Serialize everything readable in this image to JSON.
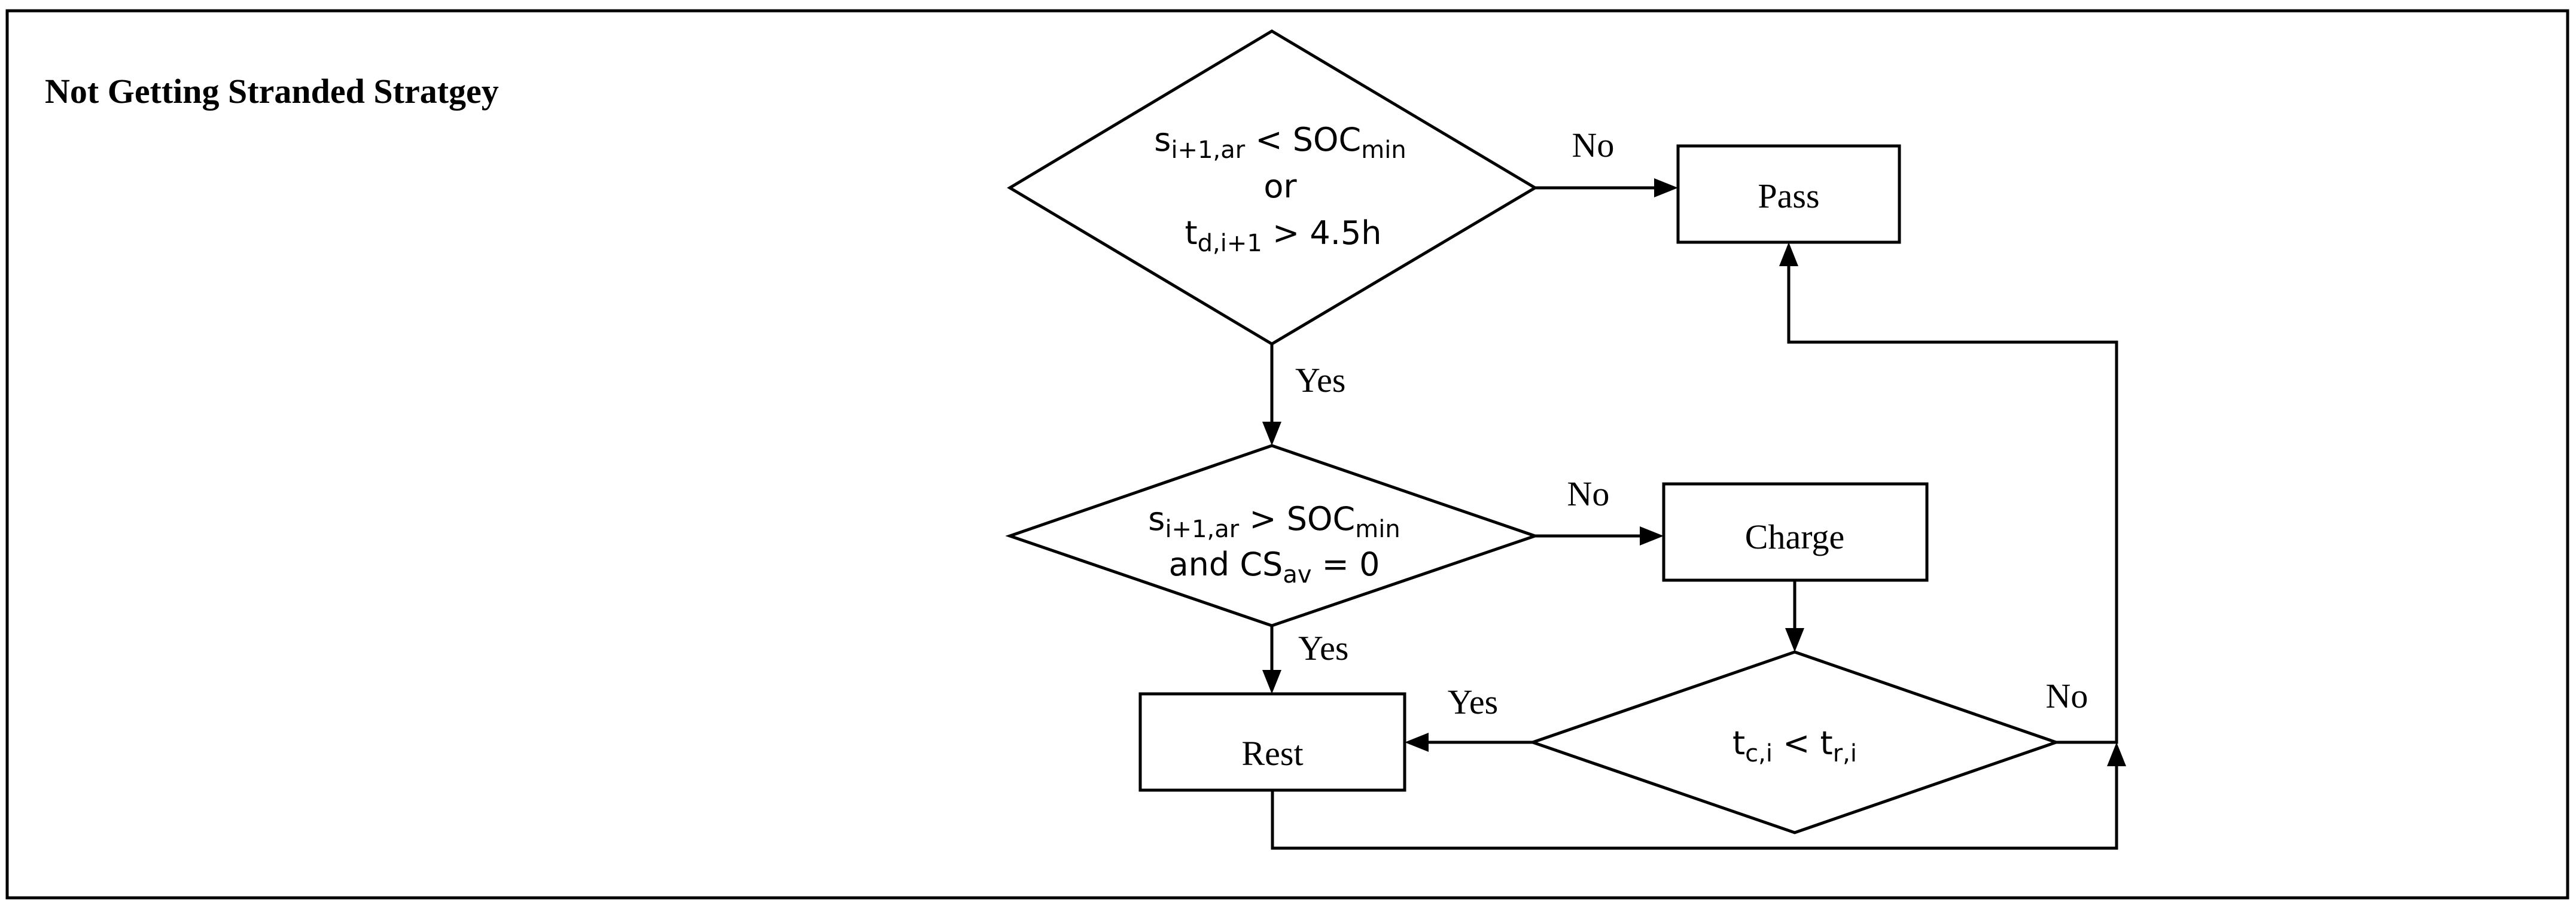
{
  "title": "Not Getting Stranded Stratgey",
  "diamond1": {
    "line1_main": "s",
    "line1_sub": "i+1,ar",
    "line1_op": " < SOC",
    "line1_sub2": "min",
    "line2": "or",
    "line3_main": "t",
    "line3_sub": "d,i+1",
    "line3_rest": " > 4.5h"
  },
  "diamond2": {
    "line1_main": "s",
    "line1_sub": "i+1,ar",
    "line1_op": " > SOC",
    "line1_sub2": "min",
    "line2_main": "and CS",
    "line2_sub": "av",
    "line2_rest": " = 0"
  },
  "diamond3": {
    "main1": "t",
    "sub1": "c,i",
    "op": " < t",
    "sub2": "r,i"
  },
  "boxes": {
    "pass": "Pass",
    "charge": "Charge",
    "rest": "Rest"
  },
  "edge_labels": {
    "d1_no": "No",
    "d1_yes": "Yes",
    "d2_no": "No",
    "d2_yes": "Yes",
    "d3_yes": "Yes",
    "d3_no": "No"
  }
}
